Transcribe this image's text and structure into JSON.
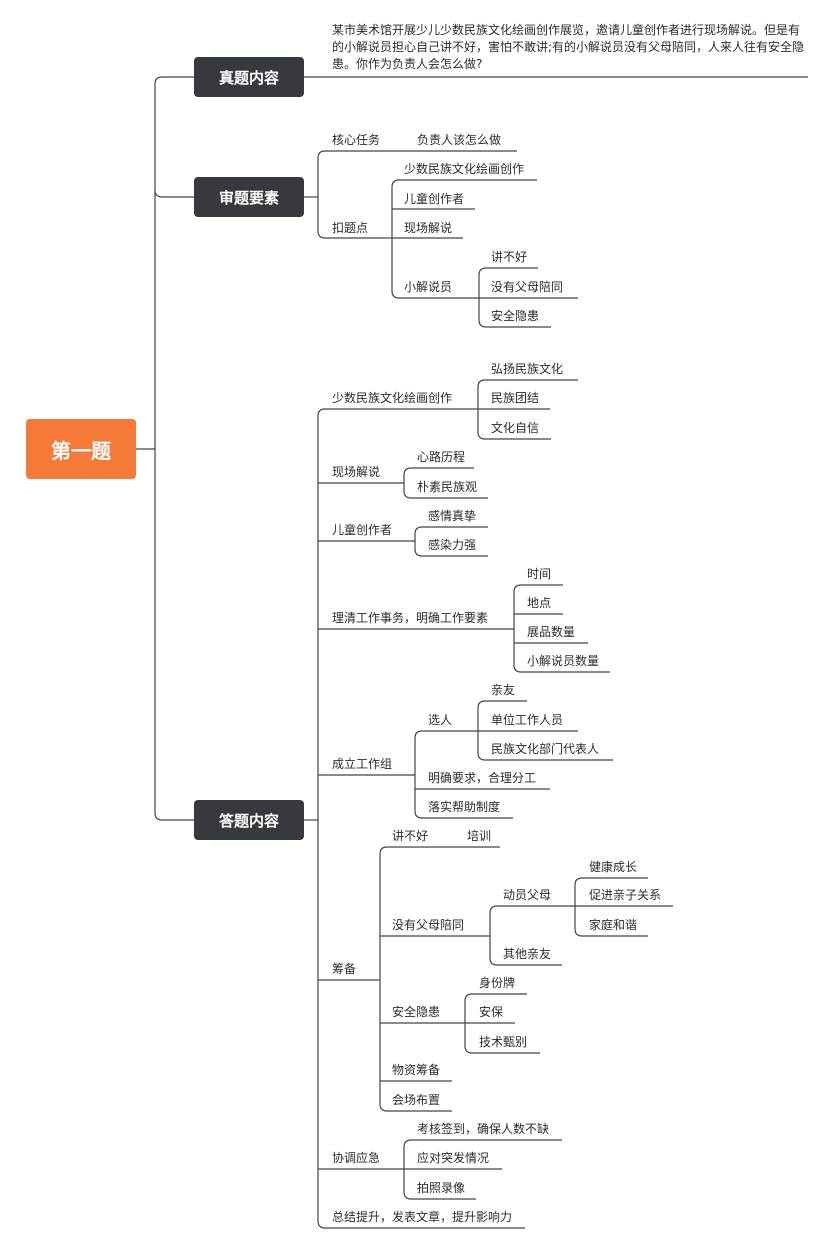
{
  "root": "第一题",
  "sections": {
    "s1": "真题内容",
    "s2": "审题要素",
    "s3": "答题内容"
  },
  "question": "某市美术馆开展少儿少数民族文化绘画创作展览，邀请儿童创作者进行现场解说。但是有的小解说员担心自己讲不好，害怕不敢讲;有的小解说员没有父母陪同，人来人往有安全隐患。你作为负责人会怎么做?",
  "review": {
    "core": "核心任务",
    "core_ans": "负责人该怎么做",
    "kou": "扣题点",
    "k1": "少数民族文化绘画创作",
    "k2": "儿童创作者",
    "k3": "现场解说",
    "k4": "小解说员",
    "k4a": "讲不好",
    "k4b": "没有父母陪同",
    "k4c": "安全隐患"
  },
  "answer": {
    "a1": "少数民族文化绘画创作",
    "a1a": "弘扬民族文化",
    "a1b": "民族团结",
    "a1c": "文化自信",
    "a2": "现场解说",
    "a2a": "心路历程",
    "a2b": "朴素民族观",
    "a3": "儿童创作者",
    "a3a": "感情真挚",
    "a3b": "感染力强",
    "a4": "理清工作事务，明确工作要素",
    "a4a": "时间",
    "a4b": "地点",
    "a4c": "展品数量",
    "a4d": "小解说员数量",
    "a5": "成立工作组",
    "a5a": "选人",
    "a5a1": "亲友",
    "a5a2": "单位工作人员",
    "a5a3": "民族文化部门代表人",
    "a5b": "明确要求，合理分工",
    "a5c": "落实帮助制度",
    "a6": "筹备",
    "a6a": "讲不好",
    "a6a1": "培训",
    "a6b": "没有父母陪同",
    "a6b1": "动员父母",
    "a6b1a": "健康成长",
    "a6b1b": "促进亲子关系",
    "a6b1c": "家庭和谐",
    "a6b2": "其他亲友",
    "a6c": "安全隐患",
    "a6c1": "身份牌",
    "a6c2": "安保",
    "a6c3": "技术甄别",
    "a6d": "物资筹备",
    "a6e": "会场布置",
    "a7": "协调应急",
    "a7a": "考核签到，确保人数不缺",
    "a7b": "应对突发情况",
    "a7c": "拍照录像",
    "a8": "总结提升，发表文章，提升影响力"
  }
}
